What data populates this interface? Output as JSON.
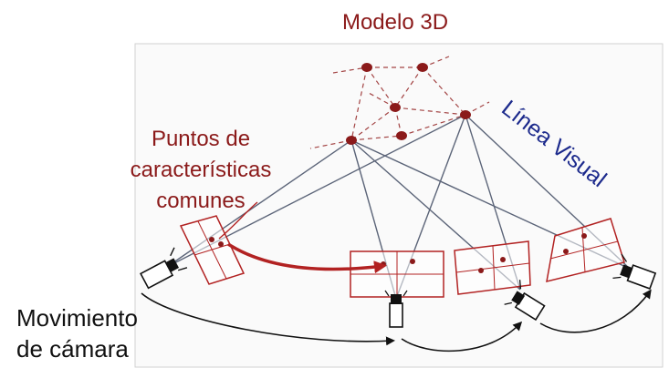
{
  "labels": {
    "model_title": "Modelo 3D",
    "features_line1": "Puntos de",
    "features_line2": "características",
    "features_line3": "comunes",
    "line_of_sight": "Línea Visual",
    "camera_motion_line1": "Movimiento",
    "camera_motion_line2": "de cámara"
  },
  "colors": {
    "dark_red": "#8b1a1a",
    "frame_red": "#b22222",
    "blue": "#1c2a8c",
    "black": "#111111",
    "sight_line": "#5b6478",
    "background": "#ffffff",
    "inner_panel": "#fafafa",
    "panel_border": "#c8c8c8"
  },
  "icons": {
    "cameras": [
      "camera-icon",
      "camera-icon",
      "camera-icon",
      "camera-icon"
    ],
    "points": "feature-point-icon"
  }
}
